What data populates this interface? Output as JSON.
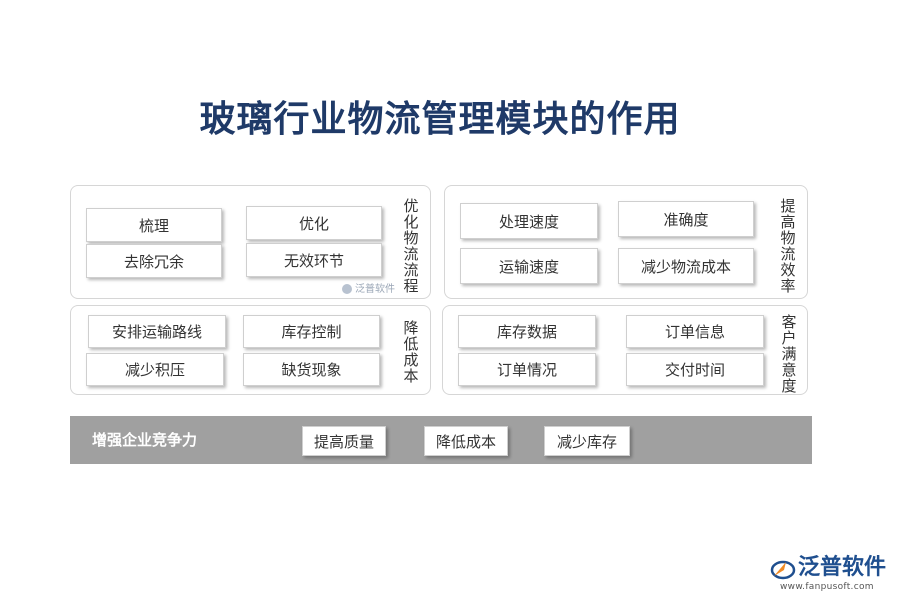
{
  "title": "玻璃行业物流管理模块的作用",
  "panels": {
    "optimize": {
      "label": "优化物流流程",
      "items": [
        "梳理",
        "优化",
        "去除冗余",
        "无效环节"
      ]
    },
    "efficiency": {
      "label": "提高物流效率",
      "items": [
        "处理速度",
        "准确度",
        "运输速度",
        "减少物流成本"
      ]
    },
    "cost": {
      "label": "降低成本",
      "items": [
        "安排运输路线",
        "库存控制",
        "减少积压",
        "缺货现象"
      ]
    },
    "satisfaction": {
      "label": "客户满意度",
      "items": [
        "库存数据",
        "订单信息",
        "订单情况",
        "交付时间"
      ]
    }
  },
  "watermark": "泛普软件",
  "bottom_bar": {
    "label": "增强企业竞争力",
    "items": [
      "提高质量",
      "降低成本",
      "减少库存"
    ]
  },
  "logo": {
    "text": "泛普软件",
    "url": "www.fanpusoft.com",
    "colors": {
      "blue": "#1f4f8f",
      "orange": "#f08a24"
    }
  },
  "colors": {
    "title": "#1f3a68",
    "bar": "#a0a0a0"
  }
}
